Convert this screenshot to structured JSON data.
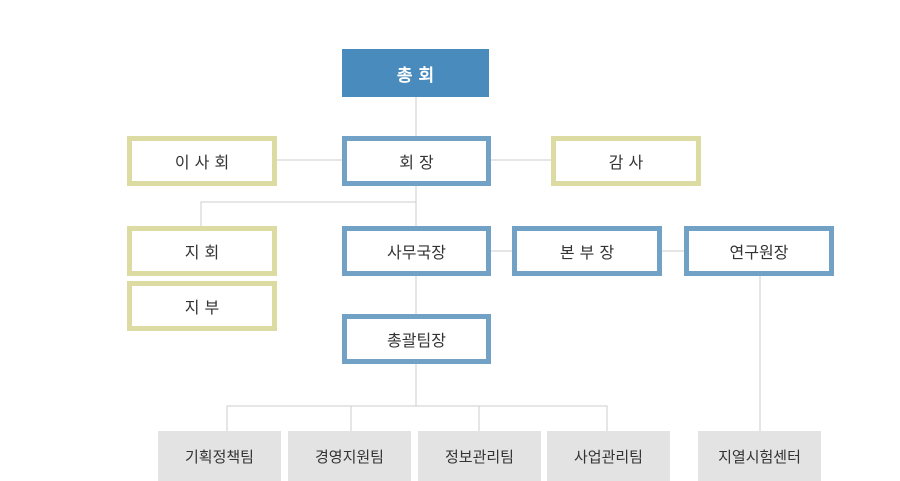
{
  "nodes": {
    "general_assembly": "총 회",
    "president": "회 장",
    "board": "이 사 회",
    "auditor": "감 사",
    "branch_council": "지 회",
    "branch": "지 부",
    "secretary_general": "사무국장",
    "headquarters_director": "본 부 장",
    "research_director": "연구원장",
    "general_manager": "총괄팀장",
    "planning_team": "기획정책팀",
    "management_team": "경영지원팀",
    "info_team": "정보관리팀",
    "business_team": "사업관리팀",
    "testing_center": "지열시험센터"
  },
  "colors": {
    "top_fill": "#4a8bbd",
    "blue_border": "#72a1c6",
    "olive_border": "#dbdba2",
    "gray_fill": "#e3e3e3",
    "connector": "#cccccc"
  }
}
